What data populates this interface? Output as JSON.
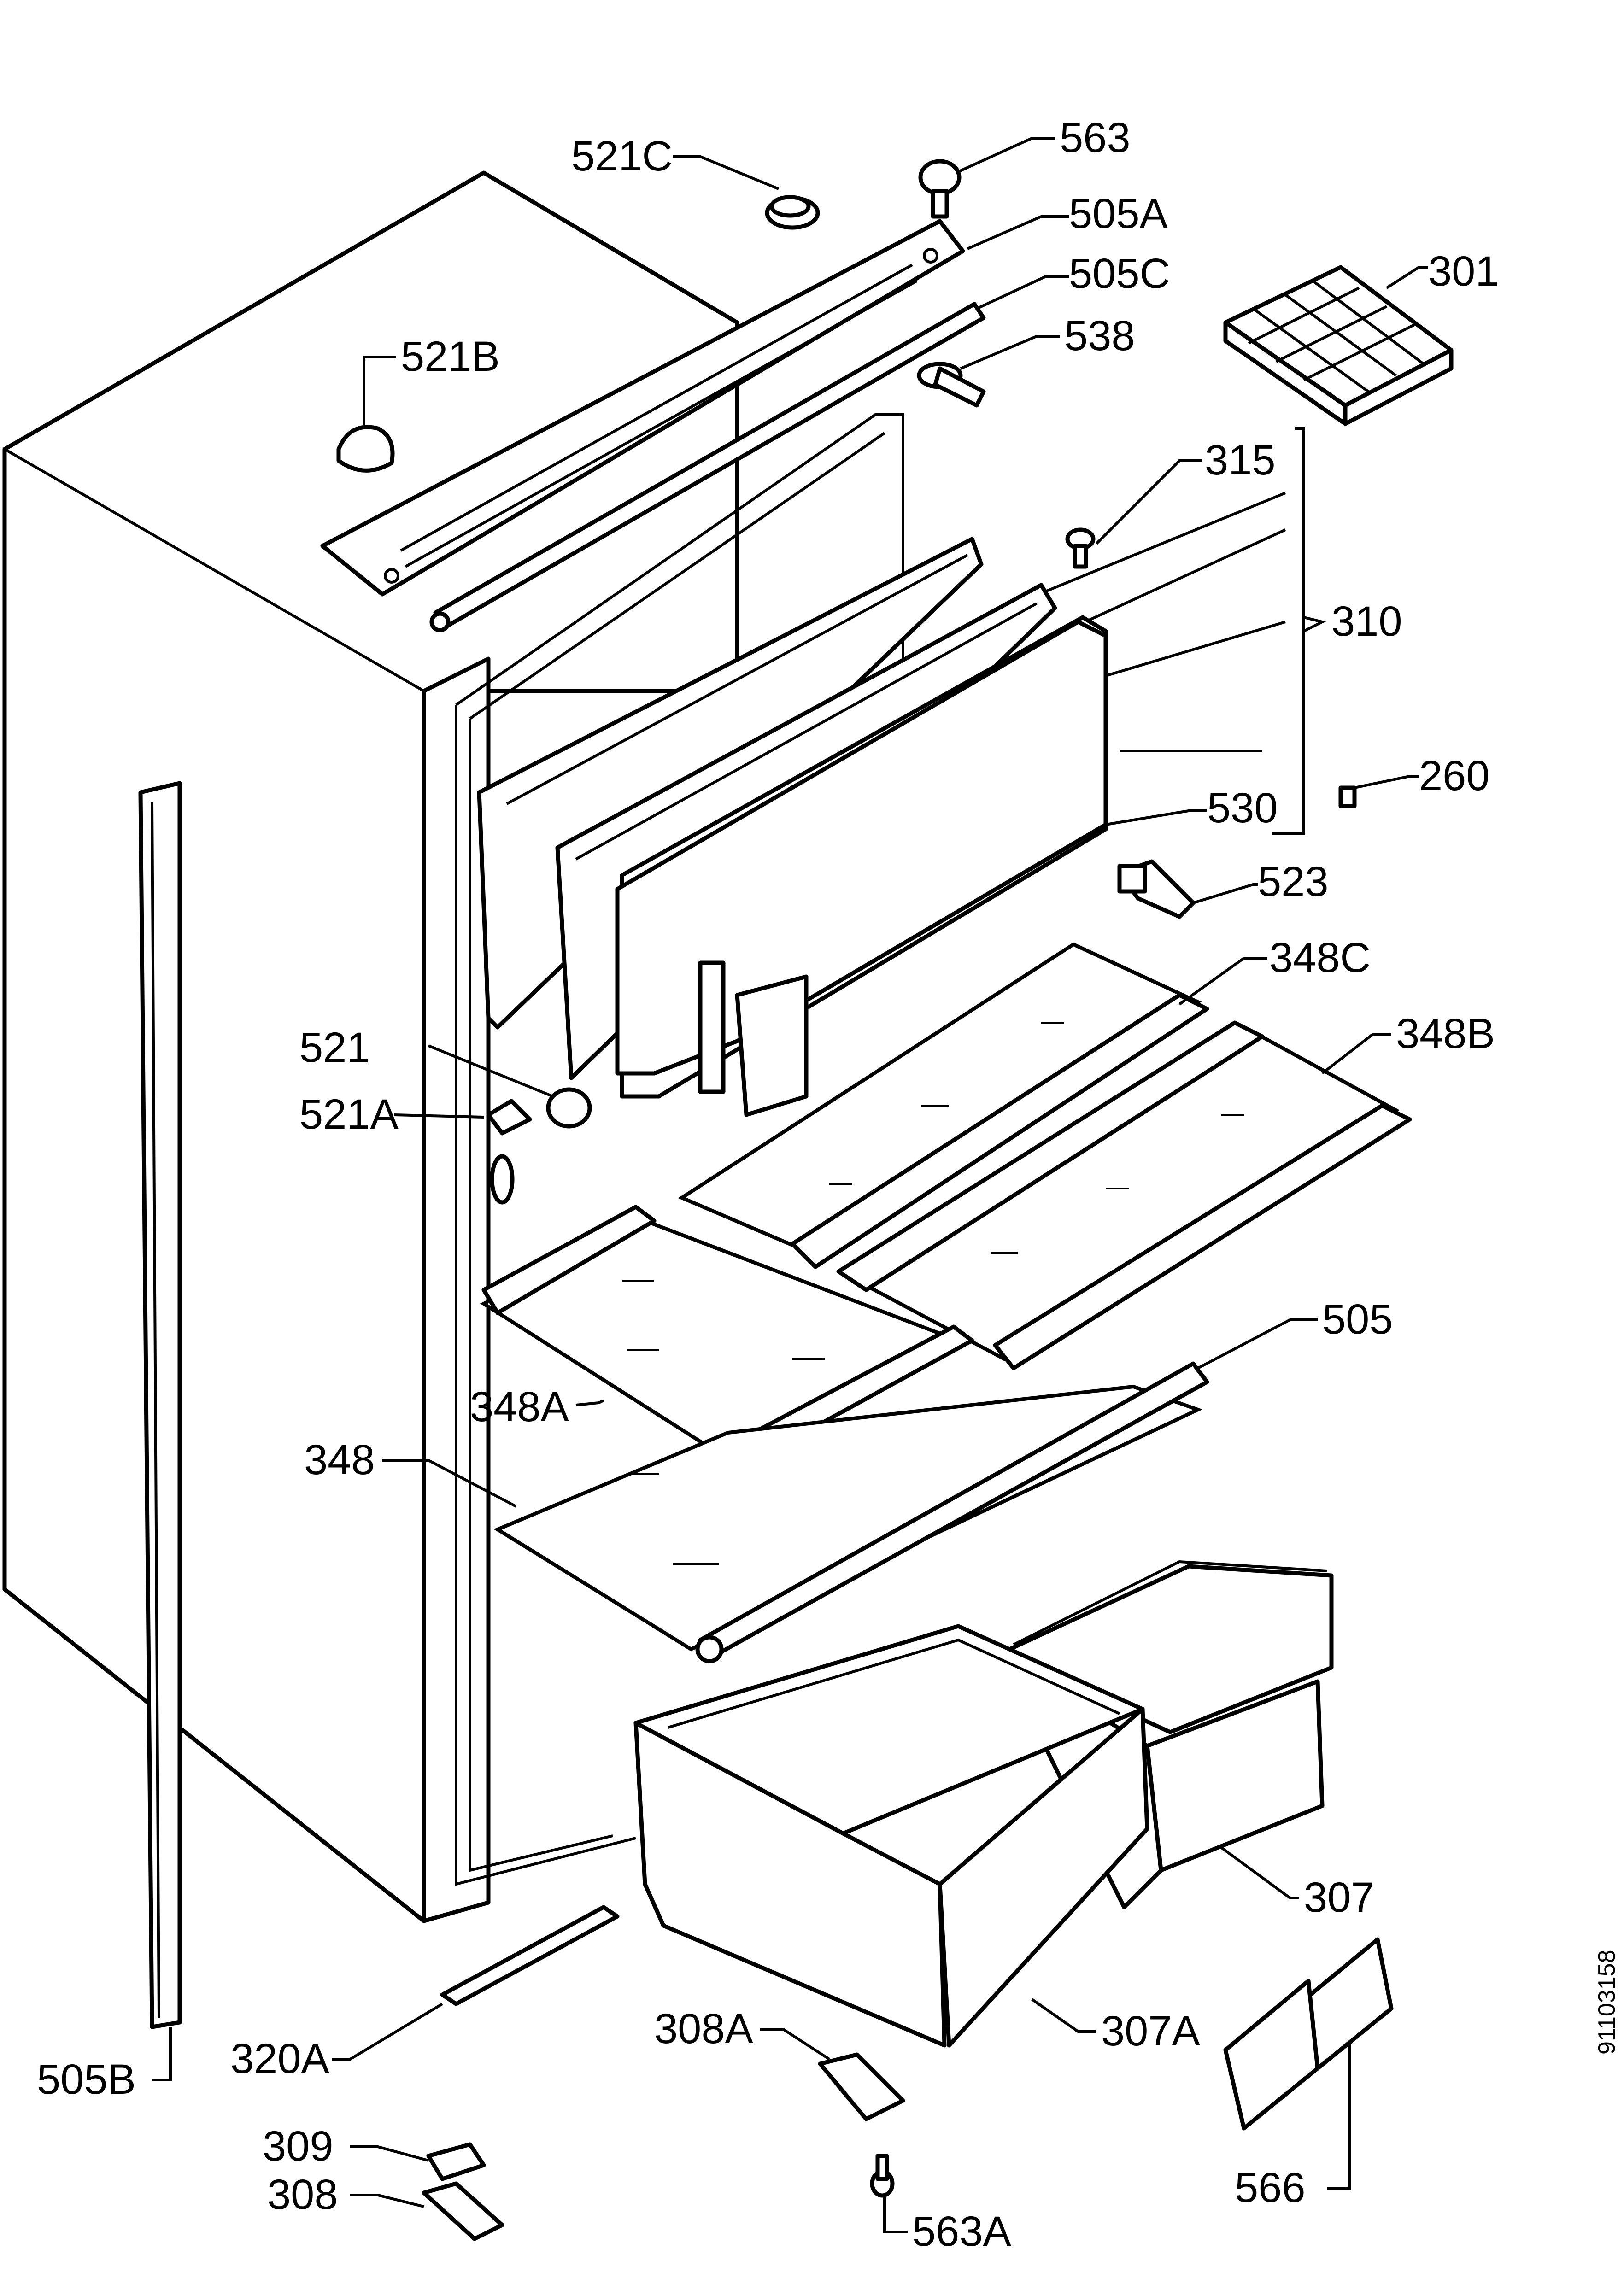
{
  "document_number": "91103158",
  "callouts": {
    "c521C": "521C",
    "c563": "563",
    "c505A": "505A",
    "c505C": "505C",
    "c301": "301",
    "c521B": "521B",
    "c538": "538",
    "c315": "315",
    "c310": "310",
    "c260": "260",
    "c530": "530",
    "c523": "523",
    "c348C": "348C",
    "c348B": "348B",
    "c521": "521",
    "c521A": "521A",
    "c505": "505",
    "c348A": "348A",
    "c348": "348",
    "c307": "307",
    "c307A": "307A",
    "c320A": "320A",
    "c308A": "308A",
    "c505B": "505B",
    "c309": "309",
    "c308": "308",
    "c566": "566",
    "c563A": "563A"
  }
}
